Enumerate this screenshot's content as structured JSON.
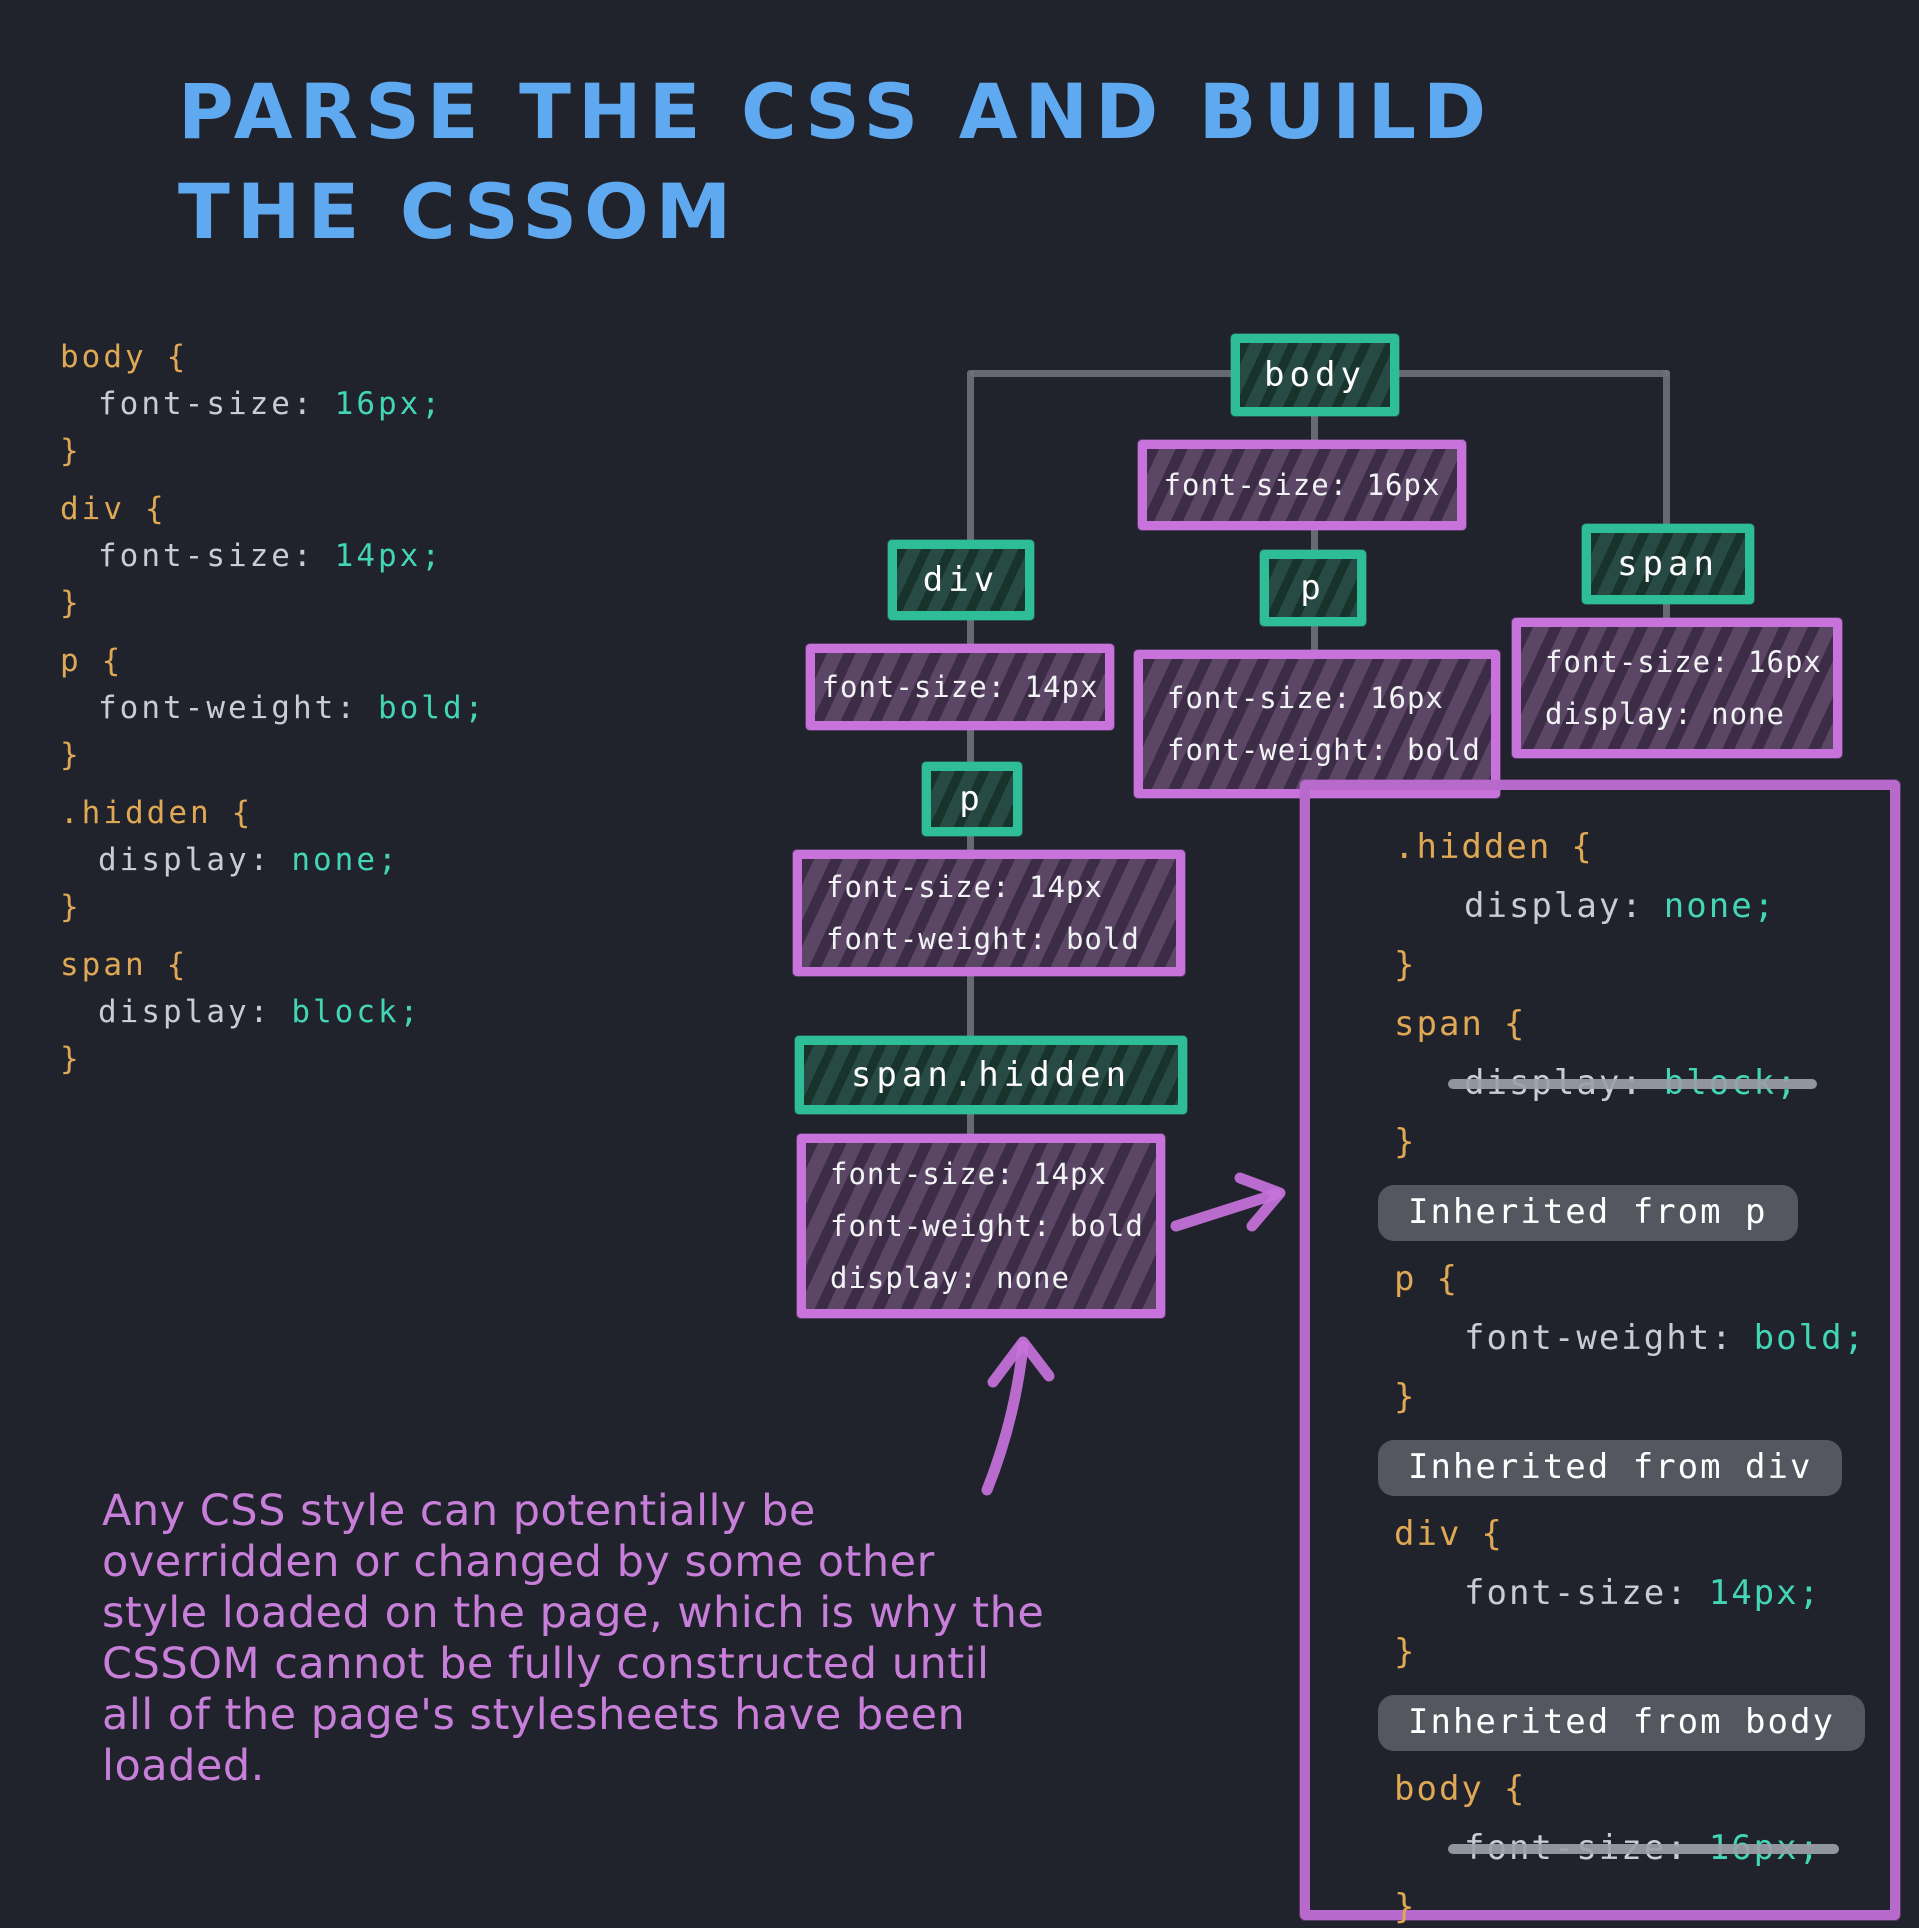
{
  "title": {
    "lines": [
      "PARSE THE CSS AND BUILD",
      "THE CSSOM"
    ]
  },
  "syntax": {
    "open_brace": "{",
    "close_brace": "}",
    "colon": ":",
    "semicolon": ";"
  },
  "stylesheet_rules": [
    {
      "selector": "body",
      "property": "font-size",
      "value": "16px"
    },
    {
      "selector": "div",
      "property": "font-size",
      "value": "14px"
    },
    {
      "selector": "p",
      "property": "font-weight",
      "value": "bold"
    },
    {
      "selector": ".hidden",
      "property": "display",
      "value": "none"
    },
    {
      "selector": "span",
      "property": "display",
      "value": "block"
    }
  ],
  "tree": {
    "body": {
      "label": "body",
      "styles": [
        "font-size: 16px"
      ]
    },
    "div": {
      "label": "div",
      "styles": [
        "font-size: 14px"
      ]
    },
    "p_top": {
      "label": "p",
      "styles": [
        "font-size: 16px",
        "font-weight: bold"
      ]
    },
    "span_top": {
      "label": "span",
      "styles": [
        "font-size: 16px",
        "display: none"
      ]
    },
    "p_nested": {
      "label": "p",
      "styles": [
        "font-size: 14px",
        "font-weight: bold"
      ]
    },
    "span_hidden": {
      "label": "span.hidden",
      "styles": [
        "font-size: 14px",
        "font-weight: bold",
        "display: none"
      ]
    }
  },
  "panel": {
    "rule_hidden": {
      "selector": ".hidden",
      "property": "display",
      "value": "none"
    },
    "rule_span": {
      "selector": "span",
      "property": "display",
      "value": "block"
    },
    "pill_p": "Inherited from p",
    "rule_p": {
      "selector": "p",
      "property": "font-weight",
      "value": "bold"
    },
    "pill_div": "Inherited from div",
    "rule_div": {
      "selector": "div",
      "property": "font-size",
      "value": "14px"
    },
    "pill_body": "Inherited from body",
    "rule_body": {
      "selector": "body",
      "property": "font-size",
      "value": "16px"
    }
  },
  "note_lines": [
    "Any CSS style can potentially be",
    "overridden or changed by some other",
    "style loaded on the page, which is why the",
    "CSSOM cannot be fully constructed until",
    "all of the page's stylesheets have been",
    "loaded."
  ],
  "colors": {
    "background": "#20222c",
    "title_blue": "#5fa9f1",
    "selector_orange": "#dfa854",
    "property_gray": "#c9ccd3",
    "value_teal": "#43d6b5",
    "node_border_teal": "#2fbd97",
    "node_fill_teal": "#22473f",
    "stylebox_border_purple": "#c873dc",
    "stylebox_fill_purple": "#564060",
    "panel_border_purple": "#b869cc",
    "note_purple": "#c77fd9",
    "connector_gray": "#6e7178",
    "pill_gray": "#84888f",
    "strike_gray": "#9aa0a8"
  }
}
